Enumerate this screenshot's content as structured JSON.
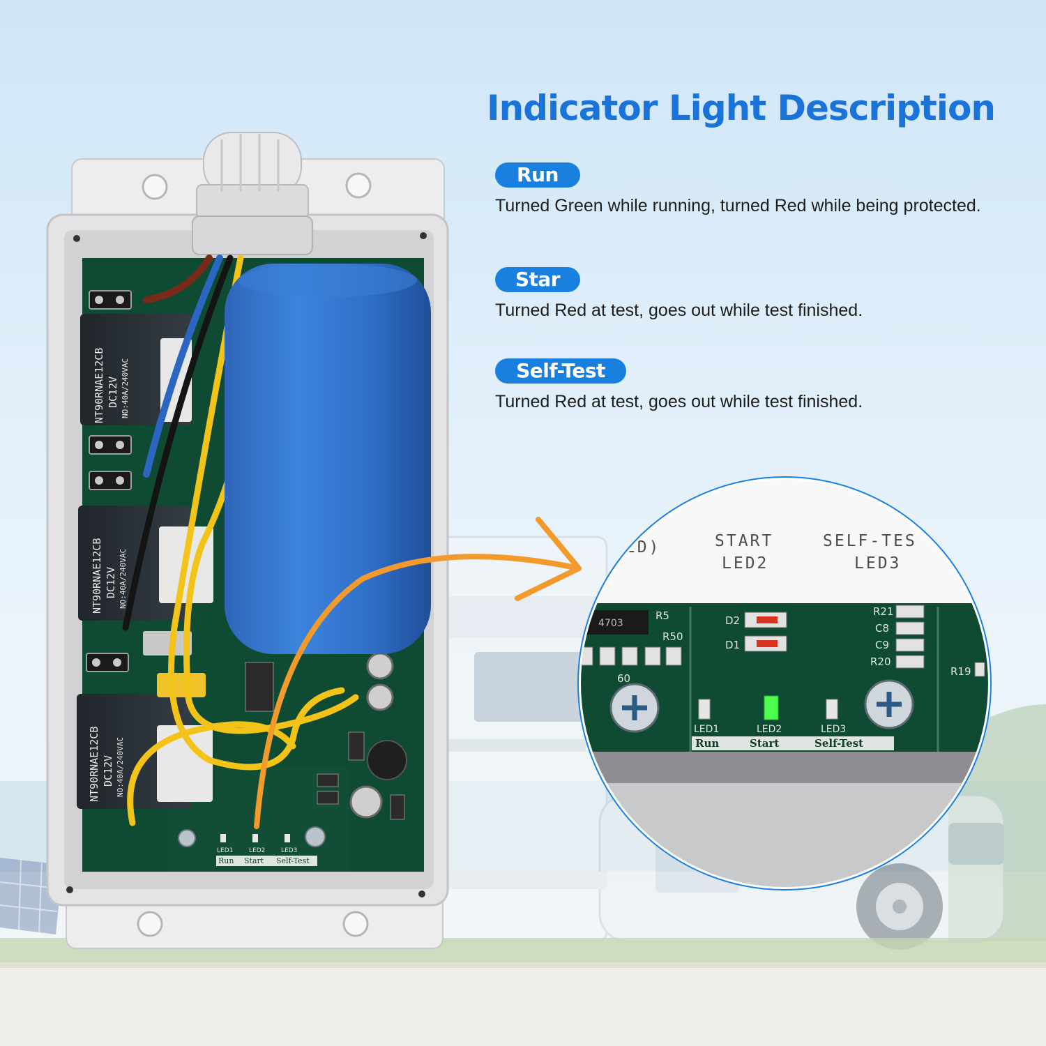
{
  "heading": "Indicator Light Description",
  "sections": [
    {
      "badge": "Run",
      "description": "Turned Green while running, turned Red while being protected."
    },
    {
      "badge": "Star",
      "description": "Turned Red at test, goes out while test finished."
    },
    {
      "badge": "Self-Test",
      "description": "Turned Red at test, goes out while test finished."
    }
  ],
  "board": {
    "relay_model": "NT90RNAE12CB",
    "relay_voltage": "DC12V",
    "relay_rating": "NO:40A/240VAC",
    "led_labels": [
      "LED1",
      "LED2",
      "LED3"
    ],
    "led_captions": [
      "Run",
      "Start",
      "Self-Test"
    ]
  },
  "zoom": {
    "header_left": "N)\nRED)",
    "header_start": "START\nLED2",
    "header_selftest": "SELF-TES\nLED3",
    "led_labels": [
      "LED1",
      "LED2",
      "LED3"
    ],
    "led_captions": [
      "Run",
      "Start",
      "Self-Test"
    ],
    "component_labels": [
      "4703",
      "R5",
      "R50",
      "D2",
      "D1",
      "R21",
      "C8",
      "C9",
      "R20",
      "R19",
      "60"
    ]
  },
  "colors": {
    "heading": "#1a73d9",
    "badge": "#1a80df",
    "arrow": "#f39a2c",
    "pcb": "#0f4a33",
    "capacitor": "#2f72c9",
    "led_green": "#4cff4c"
  }
}
